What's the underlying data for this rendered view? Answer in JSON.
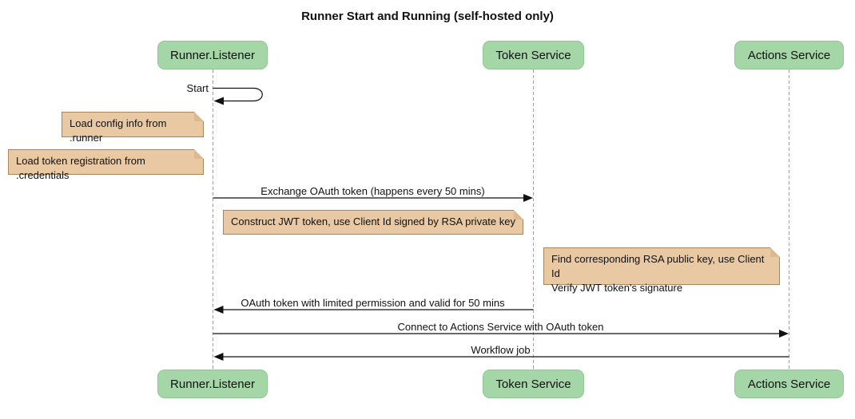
{
  "title": "Runner Start and Running (self-hosted only)",
  "colors": {
    "background": "#ffffff",
    "actor_fill": "#a5d6a7",
    "actor_border": "#8fc791",
    "note_fill": "#e9c9a3",
    "note_border": "#a8865b",
    "lifeline": "#a0a0a0",
    "arrow": "#111111",
    "text": "#111111"
  },
  "actors": [
    {
      "name": "Runner.Listener"
    },
    {
      "name": "Token Service"
    },
    {
      "name": "Actions Service"
    }
  ],
  "messages": [
    {
      "label": "Start",
      "from": "Runner.Listener",
      "to": "Runner.Listener",
      "kind": "self"
    },
    {
      "label": "Exchange OAuth token (happens every 50 mins)",
      "from": "Runner.Listener",
      "to": "Token Service",
      "kind": "solid-arrow"
    },
    {
      "label": "OAuth token with limited permission and valid for 50 mins",
      "from": "Token Service",
      "to": "Runner.Listener",
      "kind": "solid-arrow"
    },
    {
      "label": "Connect to Actions Service with OAuth token",
      "from": "Runner.Listener",
      "to": "Actions Service",
      "kind": "solid-arrow"
    },
    {
      "label": "Workflow job",
      "from": "Actions Service",
      "to": "Runner.Listener",
      "kind": "solid-arrow"
    }
  ],
  "notes": [
    {
      "text": "Load config info from .runner",
      "position": "left of Runner.Listener"
    },
    {
      "text": "Load token registration from .credentials",
      "position": "left of Runner.Listener"
    },
    {
      "text": "Construct JWT token, use Client Id signed by RSA private key",
      "position": "right of Runner.Listener"
    },
    {
      "text": "Find corresponding RSA public key, use Client Id\nVerify JWT token's signature",
      "position": "right of Token Service"
    }
  ]
}
